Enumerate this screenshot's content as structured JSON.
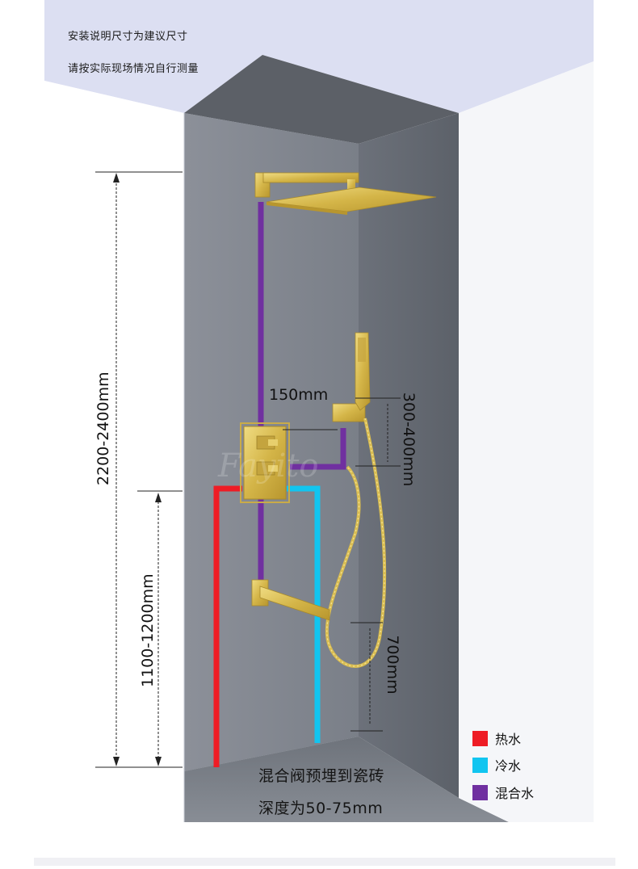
{
  "notes": {
    "line1": "安装说明尺寸为建议尺寸",
    "line2": "请按实际现场情况自行测量"
  },
  "dimensions": {
    "total_height": "2200-2400mm",
    "valve_height": "1100-1200mm",
    "arm_offset": "150mm",
    "handset_offset": "300-400mm",
    "hose_length": "700mm"
  },
  "bottom_note": {
    "line1": "混合阀预埋到瓷砖",
    "line2": "深度为50-75mm"
  },
  "legend": [
    {
      "label": "热水",
      "color": "#ee1c25"
    },
    {
      "label": "冷水",
      "color": "#11c5f0"
    },
    {
      "label": "混合水",
      "color": "#7030a0"
    }
  ],
  "watermark": "Fayito",
  "colors": {
    "ceiling": "#dcdff2",
    "back_wall": "#7e838d",
    "ceiling_wall": "#5d6168",
    "right_wall": "#f4f5f8",
    "gold": "#d9bd52"
  }
}
